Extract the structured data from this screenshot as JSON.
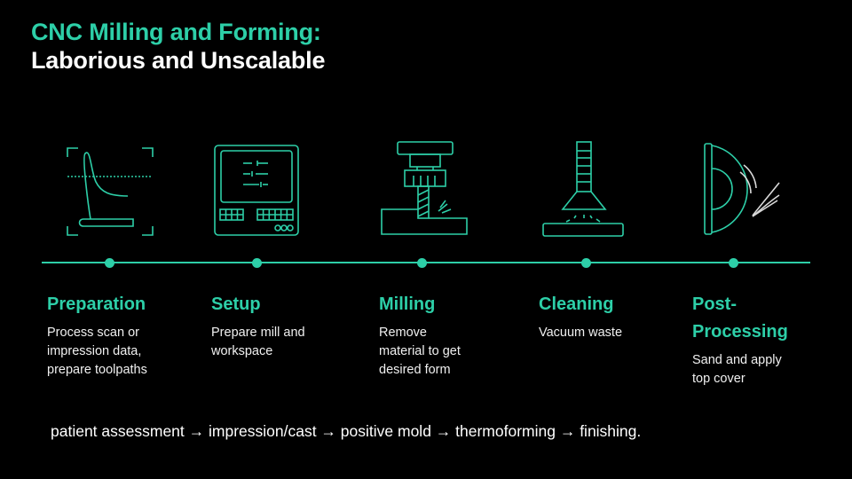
{
  "title": {
    "line1": "CNC Milling and Forming:",
    "line2": "Laborious and Unscalable"
  },
  "colors": {
    "accent": "#2dcfa8",
    "background": "#000000",
    "text": "#ffffff"
  },
  "steps": [
    {
      "title": "Preparation",
      "description": "Process scan or\nimpression data,\nprepare toolpaths",
      "icon": "scan-foot-icon"
    },
    {
      "title": "Setup",
      "description": "Prepare mill and\nworkspace",
      "icon": "control-panel-icon"
    },
    {
      "title": "Milling",
      "description": "Remove\nmaterial to get\ndesired form",
      "icon": "milling-machine-icon"
    },
    {
      "title": "Cleaning",
      "description": "Vacuum waste",
      "icon": "vacuum-icon"
    },
    {
      "title": "Post-\nProcessing",
      "description": "Sand and apply\ntop cover",
      "icon": "sanding-disc-icon"
    }
  ],
  "footer": {
    "text": "patient assessment → impression/cast → positive mold → thermoforming → finishing."
  }
}
